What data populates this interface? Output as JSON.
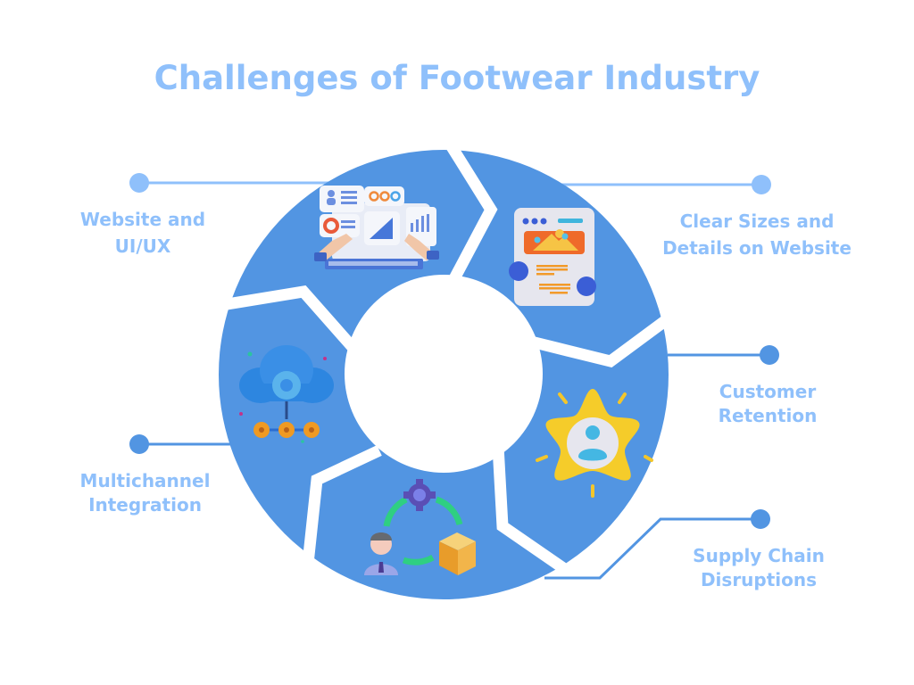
{
  "title": "Challenges of Footwear Industry",
  "colors": {
    "ring": "#5295e2",
    "title_text": "#8fc0fb",
    "label_text": "#8fc0fb",
    "connector_light": "#8fc0fb",
    "connector_dark": "#5295e2",
    "background": "#ffffff"
  },
  "challenges": [
    {
      "label_line1": "Website and",
      "label_line2": "UI/UX",
      "icon": "computer-dashboard-icon"
    },
    {
      "label_line1": "Clear Sizes and",
      "label_line2": "Details on Website",
      "icon": "web-page-layout-icon"
    },
    {
      "label_line1": "Customer",
      "label_line2": "Retention",
      "icon": "star-user-icon"
    },
    {
      "label_line1": "Supply Chain",
      "label_line2": "Disruptions",
      "icon": "supply-cycle-icon"
    },
    {
      "label_line1": "Multichannel",
      "label_line2": "Integration",
      "icon": "cloud-gears-icon"
    }
  ]
}
